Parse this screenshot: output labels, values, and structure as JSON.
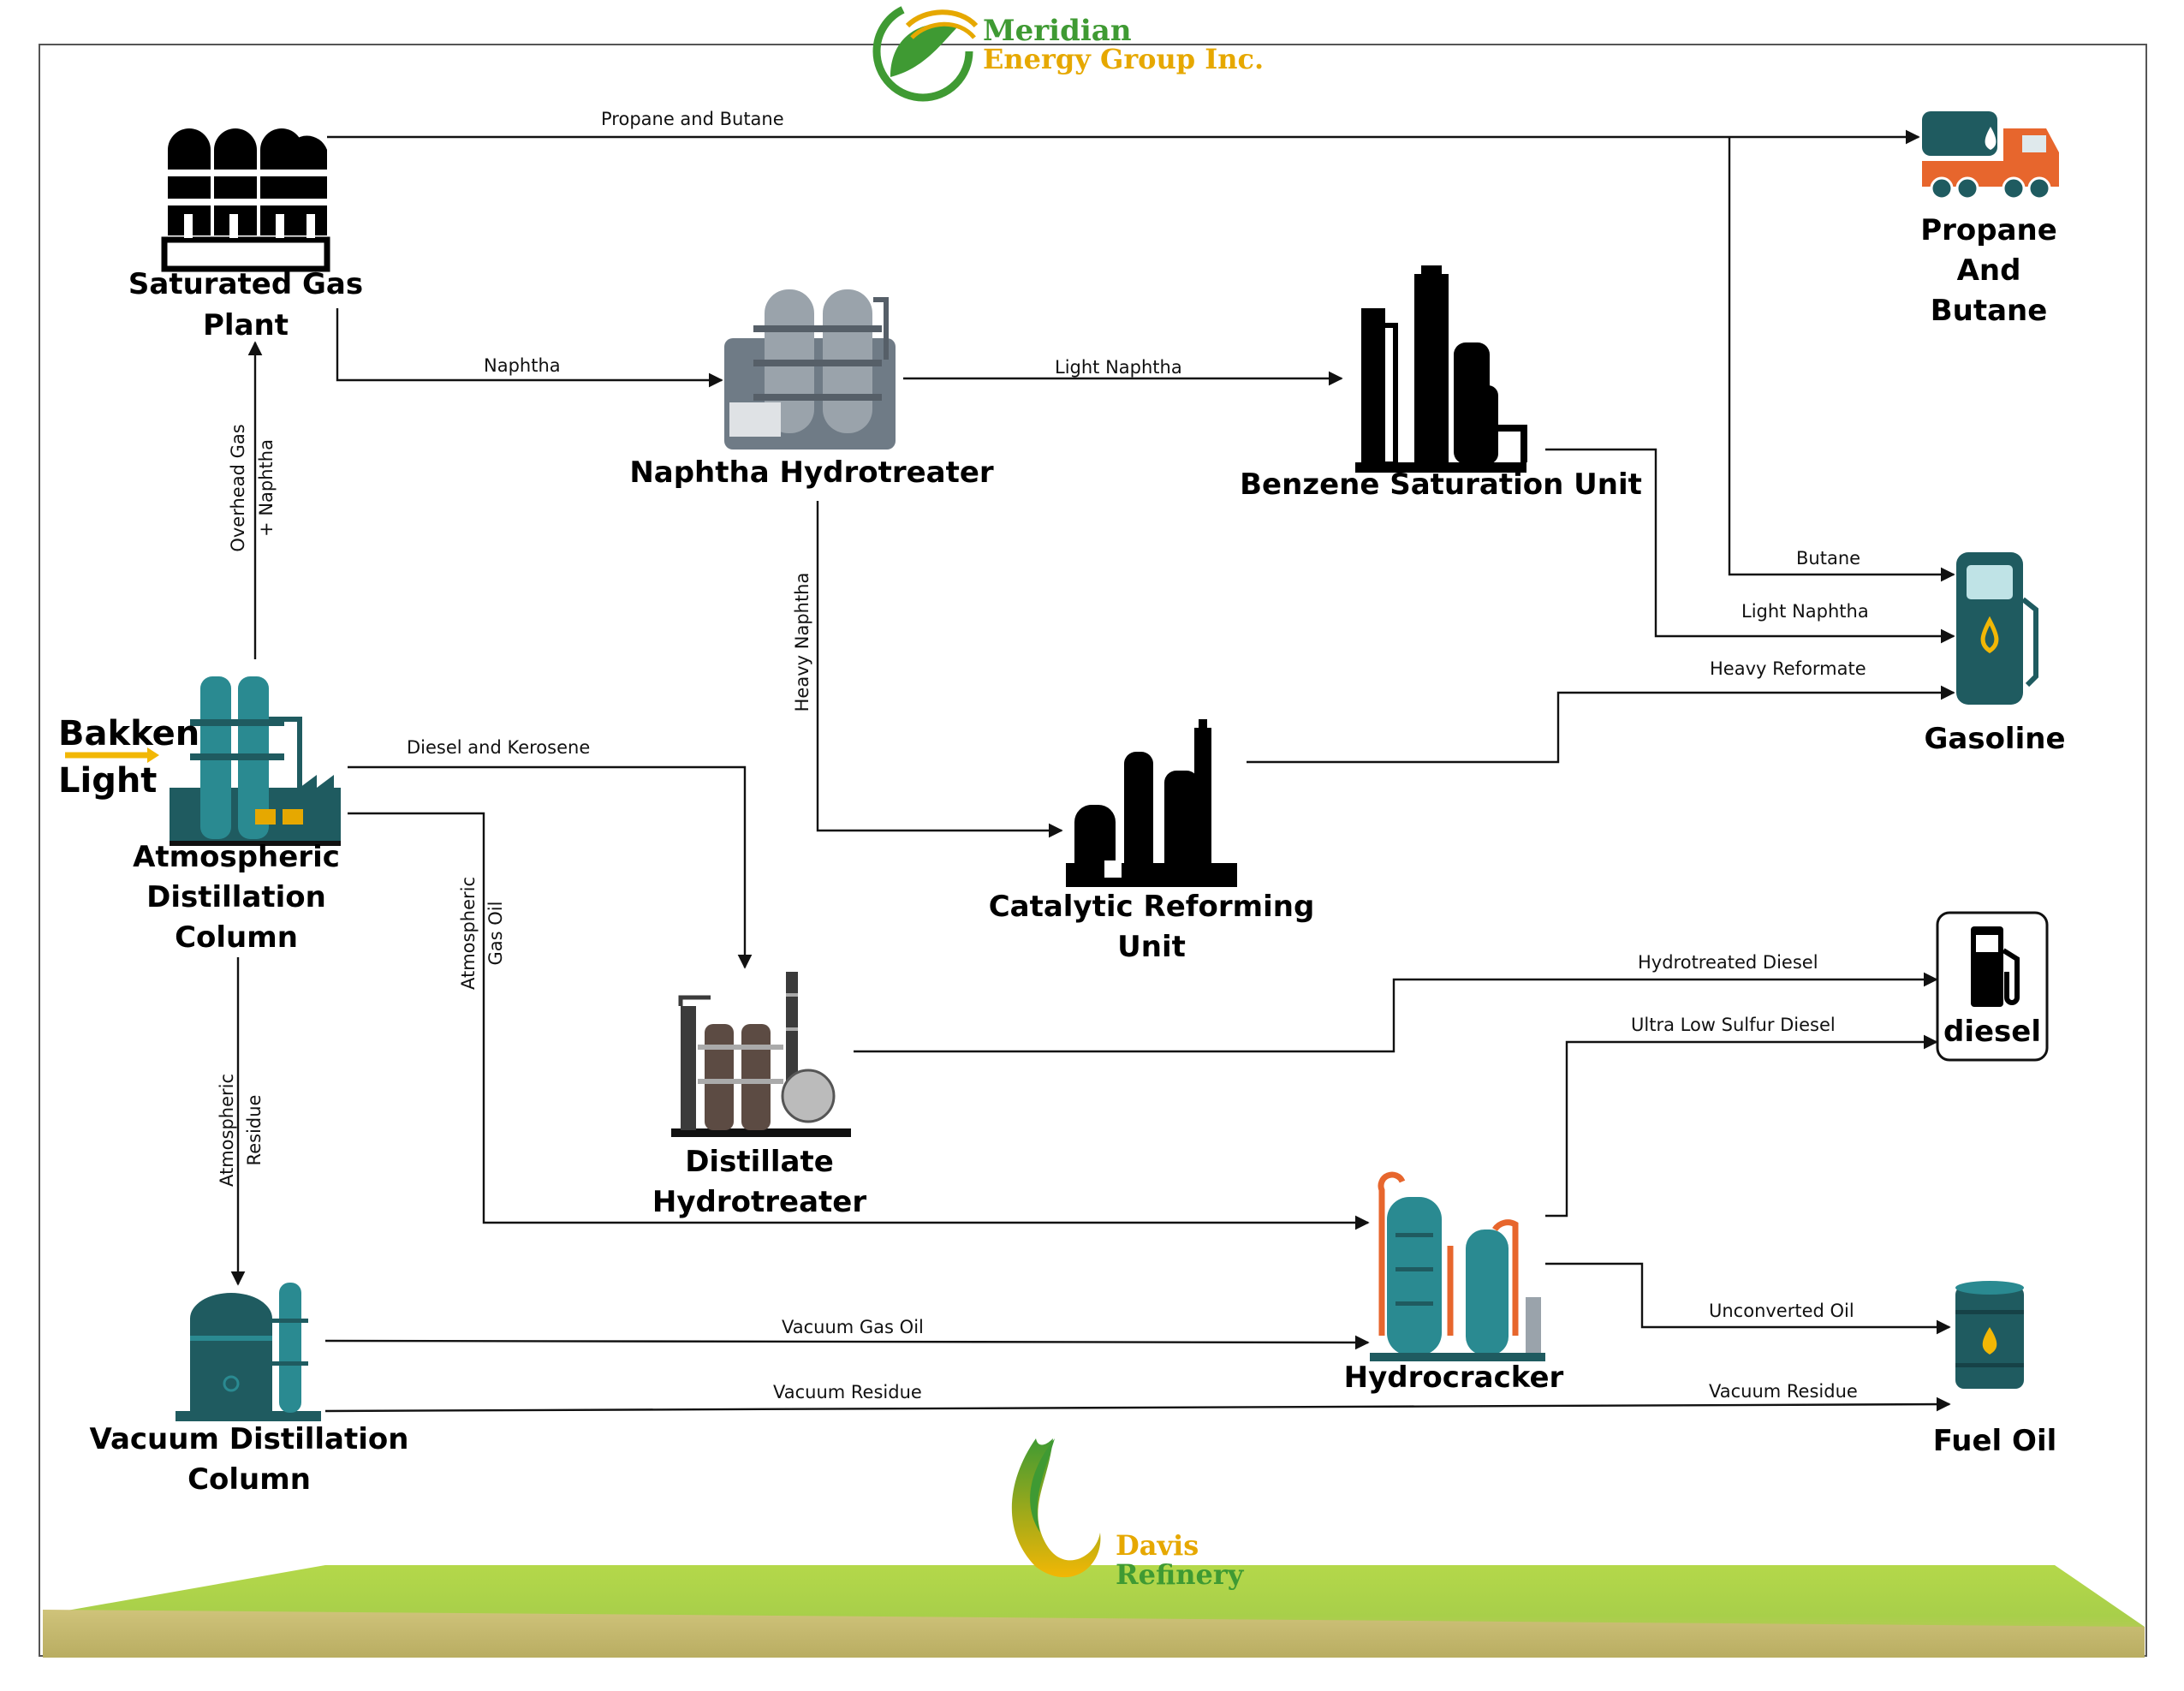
{
  "header_logo": {
    "line1": "Meridian",
    "line2": "Energy Group Inc."
  },
  "footer_logo": {
    "line1": "Davis",
    "line2": "Refinery"
  },
  "feed": {
    "line1": "Bakken",
    "line2": "Light"
  },
  "colors": {
    "teal": "#1f5b60",
    "orange": "#e7662d",
    "green": "#3f9a33",
    "gold": "#e6a800",
    "gold_arrow": "#f2b705"
  },
  "units": {
    "saturated_gas_plant": [
      "Saturated Gas",
      "Plant"
    ],
    "naphtha_hydrotreater": [
      "Naphtha Hydrotreater"
    ],
    "benzene_saturation_unit": [
      "Benzene Saturation Unit"
    ],
    "atmospheric_distillation_column": [
      "Atmospheric",
      "Distillation",
      "Column"
    ],
    "catalytic_reforming_unit": [
      "Catalytic Reforming",
      "Unit"
    ],
    "distillate_hydrotreater": [
      "Distillate",
      "Hydrotreater"
    ],
    "hydrocracker": [
      "Hydrocracker"
    ],
    "vacuum_distillation_column": [
      "Vacuum Distillation",
      "Column"
    ]
  },
  "products": {
    "propane_butane": [
      "Propane",
      "And",
      "Butane"
    ],
    "gasoline": [
      "Gasoline"
    ],
    "diesel": [
      "diesel"
    ],
    "fuel_oil": [
      "Fuel Oil"
    ]
  },
  "flows": {
    "propane_butane": "Propane and Butane",
    "naphtha": "Naphtha",
    "light_naphtha_1": "Light Naphtha",
    "overhead_gas_1": "Overhead Gas",
    "overhead_gas_2": "+ Naphtha",
    "heavy_naphtha": "Heavy Naphtha",
    "butane": "Butane",
    "light_naphtha_2": "Light Naphtha",
    "heavy_reformate": "Heavy Reformate",
    "diesel_kerosene": "Diesel and Kerosene",
    "atm_gas_oil_1": "Atmospheric",
    "atm_gas_oil_2": "Gas Oil",
    "hydrotreated_diesel": "Hydrotreated Diesel",
    "ulsd": "Ultra Low Sulfur Diesel",
    "atm_residue_1": "Atmospheric",
    "atm_residue_2": "Residue",
    "vacuum_gas_oil": "Vacuum Gas Oil",
    "unconverted_oil": "Unconverted Oil",
    "vacuum_residue_1": "Vacuum Residue",
    "vacuum_residue_2": "Vacuum Residue"
  }
}
